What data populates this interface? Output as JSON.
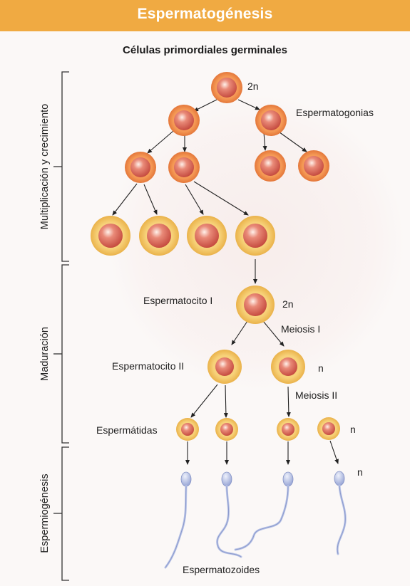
{
  "header": {
    "title": "Espermatogénesis"
  },
  "subtitle": "Células primordiales germinales",
  "sections": {
    "growth": "Multiplicación y crecimiento",
    "maturation": "Maduración",
    "spermiogenesis": "Espermiogénesis"
  },
  "labels": {
    "ploidy_2n_top": "2n",
    "spermatogonia": "Espermatogonias",
    "spermatocyte_1": "Espermatocito I",
    "ploidy_2n_mid": "2n",
    "meiosis_1": "Meiosis I",
    "spermatocyte_2": "Espermatocito II",
    "ploidy_n_1": "n",
    "meiosis_2": "Meiosis II",
    "spermatids": "Espermátidas",
    "ploidy_n_2": "n",
    "ploidy_n_3": "n",
    "spermatozoa": "Espermatozoides"
  },
  "colors": {
    "header_bar": "#f0aa42",
    "spermatogonia_ring": "#f08a4a",
    "spermatocyte_ring": "#f3c35c",
    "nucleus": "#d9594d",
    "sperm_body": "#a9b6dd"
  }
}
